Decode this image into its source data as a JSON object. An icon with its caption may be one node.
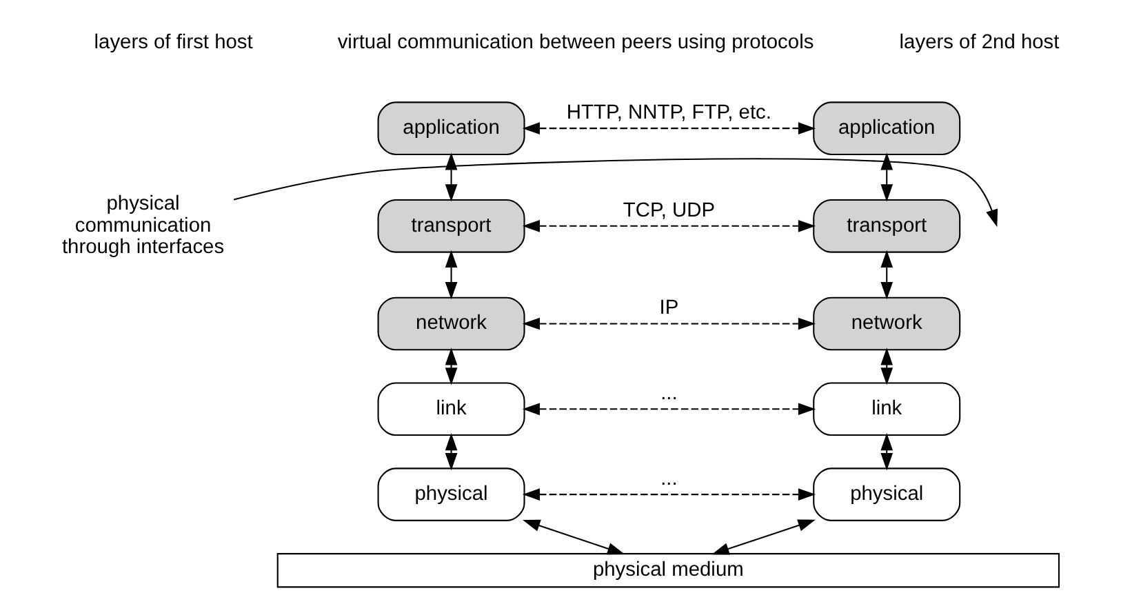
{
  "diagram": {
    "nodes": [
      {
        "text": [
          "application"
        ]
      },
      {
        "text": [
          "transport"
        ]
      },
      {
        "text": [
          "network"
        ]
      },
      {
        "text": [
          "link"
        ]
      },
      {
        "text": [
          "physical"
        ]
      },
      {
        "text": [
          "application"
        ]
      },
      {
        "text": [
          "transport"
        ]
      },
      {
        "text": [
          "network"
        ]
      },
      {
        "text": [
          "link"
        ]
      },
      {
        "text": [
          "physical"
        ]
      },
      {
        "text": [
          "physical medium"
        ]
      },
      {
        "text": [
          "physical communication through interfaces"
        ]
      }
    ],
    "edges": [
      {
        "from": 0,
        "to": 5,
        "arrow": "both",
        "style": "dashed",
        "label": "HTTP, NNTP, FTP, etc."
      },
      {
        "from": 1,
        "to": 6,
        "arrow": "both",
        "style": "dashed",
        "label": "TCP, UDP"
      },
      {
        "from": 2,
        "to": 7,
        "arrow": "both",
        "style": "dashed",
        "label": "IP"
      },
      {
        "from": 3,
        "to": 8,
        "arrow": "both",
        "style": "dashed",
        "label": "..."
      },
      {
        "from": 4,
        "to": 9,
        "arrow": "both",
        "style": "dashed",
        "label": "..."
      },
      {
        "from": 0,
        "to": 1,
        "arrow": "both"
      },
      {
        "from": 1,
        "to": 2,
        "arrow": "both"
      },
      {
        "from": 2,
        "to": 3,
        "arrow": "both"
      },
      {
        "from": 3,
        "to": 4,
        "arrow": "both"
      },
      {
        "from": 4,
        "to": 10,
        "arrow": "both"
      },
      {
        "from": 5,
        "to": 6,
        "arrow": "both"
      },
      {
        "from": 6,
        "to": 7,
        "arrow": "both"
      },
      {
        "from": 7,
        "to": 8,
        "arrow": "both"
      },
      {
        "from": 8,
        "to": 9,
        "arrow": "both"
      },
      {
        "from": 9,
        "to": 10,
        "arrow": "both"
      },
      {
        "from": 11,
        "to": null,
        "arrow": "to"
      }
    ],
    "labels": [
      "layers of first host",
      "virtual communication between peers using protocols",
      "layers of 2nd host"
    ]
  }
}
